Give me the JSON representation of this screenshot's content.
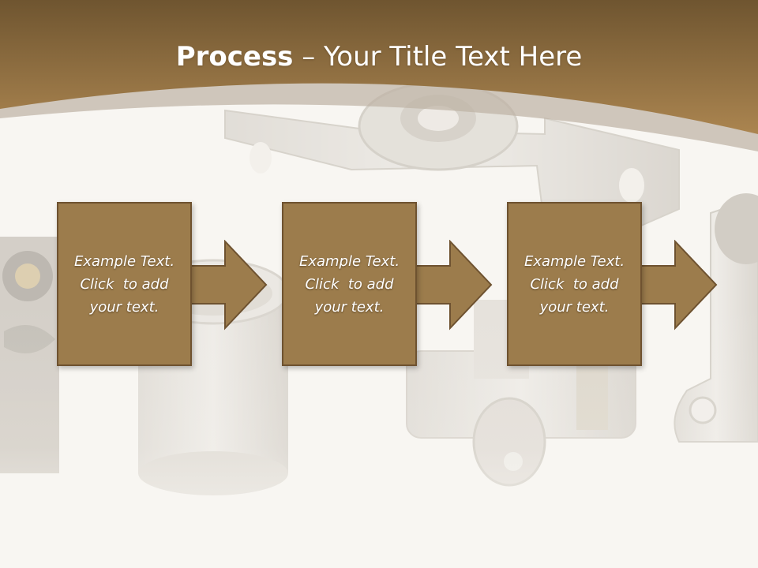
{
  "slide": {
    "title_bold": "Process",
    "title_rest": " – Your Title Text Here",
    "steps": [
      {
        "lines": [
          "Example Text.",
          "Click  to add",
          "your text."
        ]
      },
      {
        "lines": [
          "Example Text.",
          "Click  to add",
          "your text."
        ]
      },
      {
        "lines": [
          "Example Text.",
          "Click  to add",
          "your text."
        ]
      }
    ]
  },
  "colors": {
    "header_dark": "#6f5530",
    "header_light": "#a9834f",
    "box_fill": "#9c7c4c",
    "box_border": "#6e5230"
  },
  "icons": {
    "background": "machine-parts-photo",
    "connector": "right-arrow-icon"
  }
}
